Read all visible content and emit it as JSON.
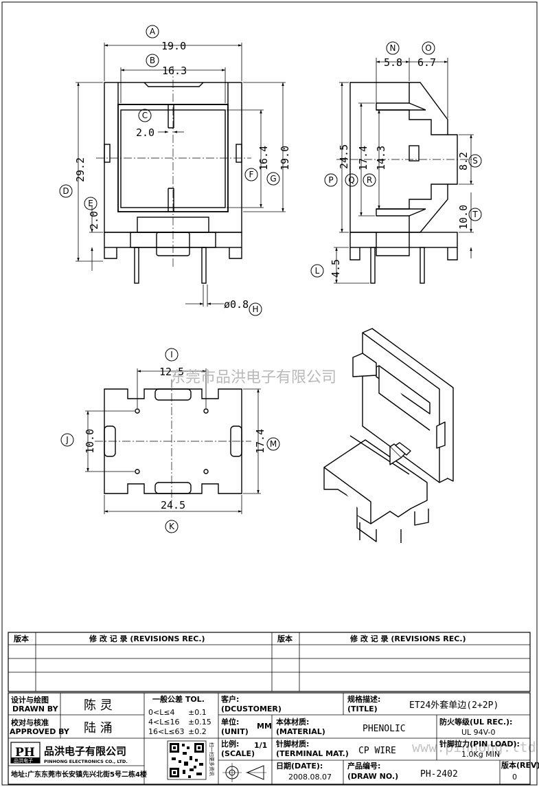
{
  "dimensions": {
    "front": {
      "width_a": "19.0",
      "width_b": "16.3",
      "slot_c": "2.0",
      "height_d": "29.2",
      "base_e": "2.0",
      "inner_f": "16.4",
      "outer_g": "19.0",
      "pin_h": "ø0.8"
    },
    "side": {
      "n": "5.8",
      "o": "6.7",
      "p": "24.5",
      "q": "17.4",
      "r": "14.3",
      "s": "8.2",
      "t": "10.0",
      "l": "4.5"
    },
    "bottom": {
      "i": "12.5",
      "j": "10.0",
      "k": "24.5",
      "m": "17.4"
    }
  },
  "callouts": [
    "A",
    "B",
    "C",
    "D",
    "E",
    "F",
    "G",
    "H",
    "N",
    "O",
    "P",
    "Q",
    "R",
    "S",
    "T",
    "L",
    "I",
    "J",
    "K",
    "M"
  ],
  "watermark": {
    "text": "东莞市品洪电子有限公司",
    "url": "www.pinhong.ltd"
  },
  "revisions": {
    "col1": "版本",
    "col2": "修 改 记 录 (REVISIONS REC.)",
    "col3": "版本",
    "col4": "修 改 记 录 (REVISIONS REC.)"
  },
  "title_block": {
    "design_label": "设计与绘图",
    "design_label_en": "DRAWN BY",
    "design_name": "陈 灵",
    "check_label": "校对与核准",
    "check_label_en": "APPROVED BY",
    "check_name": "陆 涌",
    "tol_title": "一般公差 TOL.",
    "tol_rows": [
      {
        "range": "0<L≤4",
        "value": "±0.1"
      },
      {
        "range": "4<L≤16",
        "value": "±0.15"
      },
      {
        "range": "16<L≤63",
        "value": "±0.2"
      }
    ],
    "customer_label": "客户:",
    "customer_label_en": "(DCUSTOMER)",
    "unit_label": "单位:",
    "unit_label_en": "(UNIT)",
    "unit_value": "MM",
    "scale_label": "比例:",
    "scale_label_en": "(SCALE)",
    "scale_value": "1/1",
    "title_label": "规格描述:",
    "title_label_en": "(TITLE)",
    "title_value": "ET24外套单边(2+2P)",
    "material_label": "本体材质:",
    "material_label_en": "(MATERIAL)",
    "material_value": "PHENOLIC",
    "ul_label": "防火等级(UL REC.):",
    "ul_value": "UL 94V-0",
    "terminal_label": "针脚材质:",
    "terminal_label_en": "(TERMINAL MAT.)",
    "terminal_value": "CP WIRE",
    "pinload_label": "针脚拉力(PIN LOAD):",
    "pinload_value": "1.0Kg MIN",
    "date_label": "日期(DATE):",
    "date_value": "2008.08.07",
    "drawno_label": "产品编号:",
    "drawno_label_en": "(DRAW NO.)",
    "drawno_value": "PH-2402",
    "rev_label": "版本(REV):",
    "rev_value": "0",
    "company_cn": "品洪电子有限公司",
    "company_en": "PINHONG ELECTRONICS CO., LTD.",
    "logo_text": "PH",
    "logo_sub": "品洪电子",
    "address": "地址:广东东莞市长安镇先兴北街5号二栋4楼",
    "qr_side_text": "扫一扫更多资讯"
  }
}
